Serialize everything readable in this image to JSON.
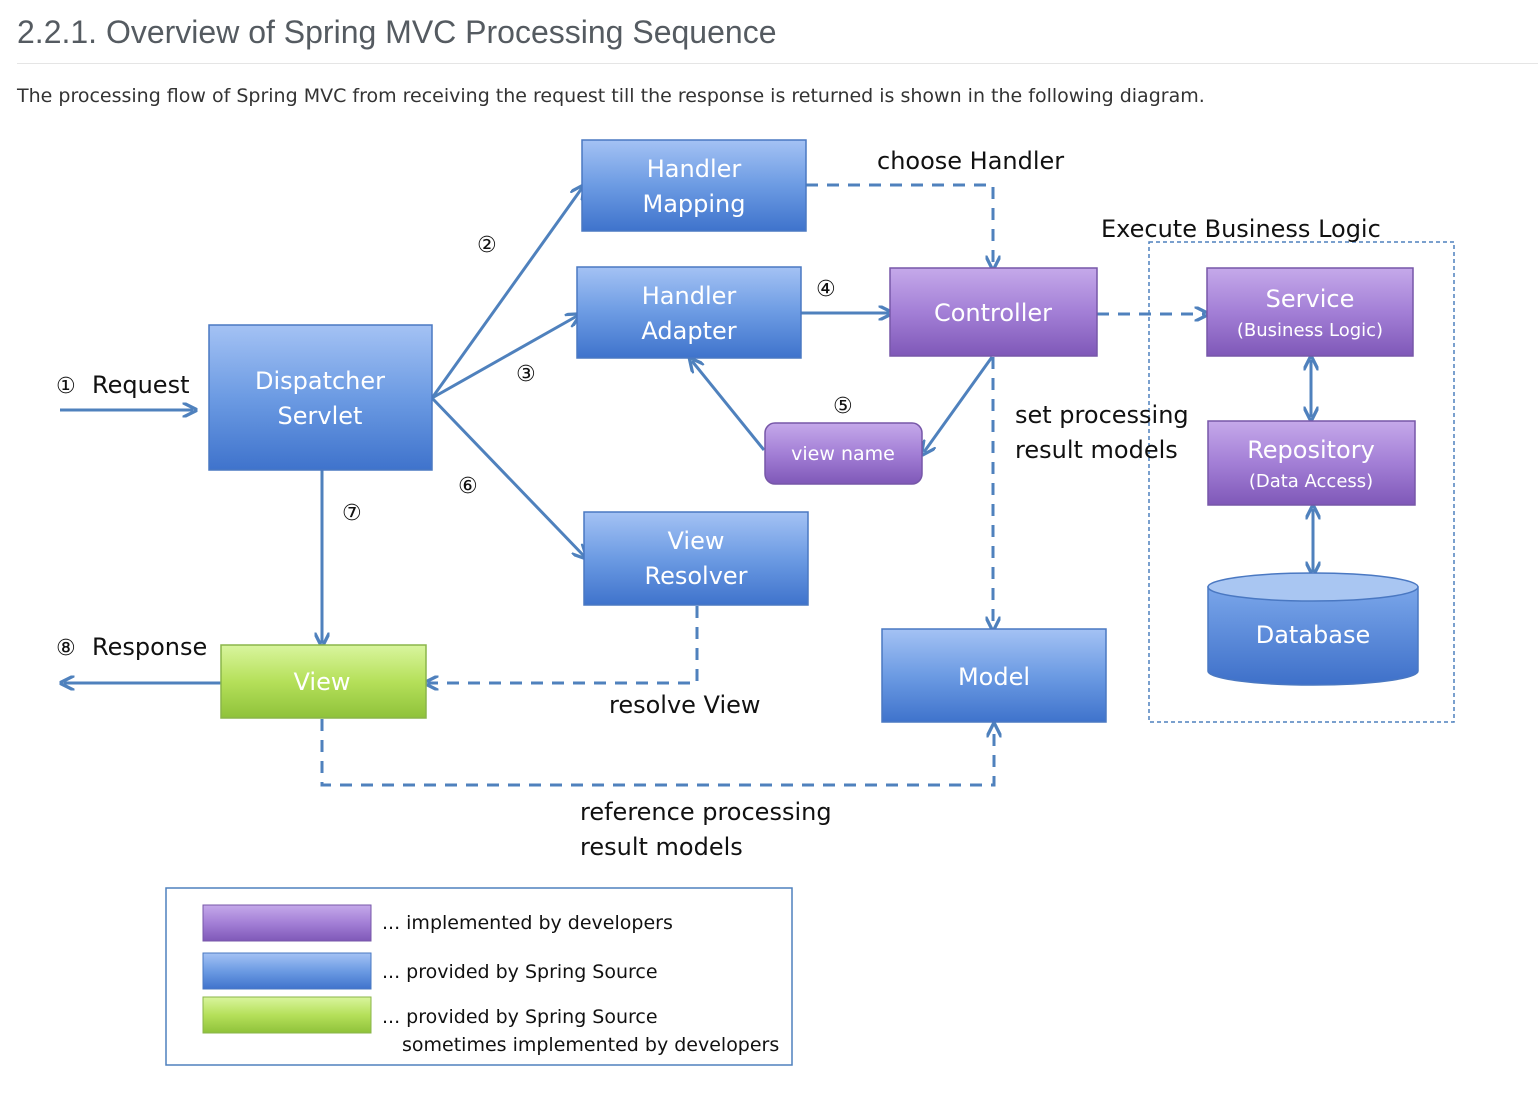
{
  "page": {
    "title": "2.2.1. Overview of Spring MVC Processing Sequence",
    "intro": "The processing flow of Spring MVC from receiving the request till the response is returned is shown in the following diagram."
  },
  "colors": {
    "blue": "#4f81bd",
    "purple": "#8064a2",
    "green": "#9bbb59",
    "arrow": "#4f81bd"
  },
  "diagram": {
    "boxes": {
      "handler_mapping": [
        "Handler",
        "Mapping"
      ],
      "handler_adapter": [
        "Handler",
        "Adapter"
      ],
      "dispatcher_servlet": [
        "Dispatcher",
        "Servlet"
      ],
      "controller": "Controller",
      "view_name": "view name",
      "view_resolver": [
        "View",
        "Resolver"
      ],
      "view": "View",
      "model": "Model",
      "service": {
        "title": "Service",
        "sub": "(Business Logic)"
      },
      "repository": {
        "title": "Repository",
        "sub": "(Data Access)"
      },
      "database": "Database"
    },
    "labels": {
      "request": "Request",
      "response": "Response",
      "choose_handler": "choose Handler",
      "execute_business_logic": "Execute Business Logic",
      "set_processing": [
        "set processing",
        "result models"
      ],
      "resolve_view": "resolve View",
      "reference_processing": [
        "reference processing",
        "result models"
      ]
    },
    "steps": [
      "①",
      "②",
      "③",
      "④",
      "⑤",
      "⑥",
      "⑦",
      "⑧"
    ]
  },
  "legend": [
    {
      "color": "purple",
      "text": "... implemented by developers"
    },
    {
      "color": "blue",
      "text": "... provided by Spring Source"
    },
    {
      "color": "green",
      "text": [
        "... provided by Spring Source",
        "sometimes implemented by developers"
      ]
    }
  ]
}
